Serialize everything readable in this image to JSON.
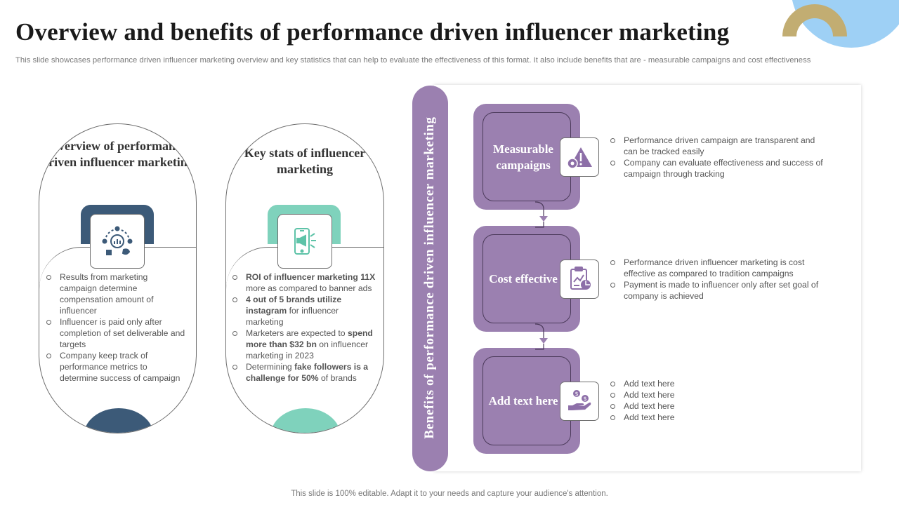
{
  "header": {
    "title": "Overview and benefits of performance driven influencer marketing",
    "subtitle": "This slide showcases performance driven influencer marketing overview and key statistics that can help to evaluate the effectiveness of this format. It also include benefits that are -   measurable campaigns and cost effectiveness"
  },
  "overview": {
    "heading": "Overview of performance driven influencer marketing",
    "icon": "network-gear-icon",
    "bullets": [
      "Results from marketing campaign determine compensation amount of influencer",
      "Influencer is paid only after completion of set deliverable and targets",
      "Company keep track of performance  metrics to determine success of campaign"
    ]
  },
  "stats": {
    "heading": "Key stats of influencer marketing",
    "icon": "phone-megaphone-icon",
    "bullets": [
      {
        "pre": "",
        "bold": "ROI of influencer marketing 11X",
        "post": " more as compared to banner ads"
      },
      {
        "pre": "",
        "bold": "4 out of 5 brands utilize instagram",
        "post": " for influencer marketing"
      },
      {
        "pre": "Marketers are expected to ",
        "bold": "spend more than $32 bn",
        "post": " on influencer marketing in 2023"
      },
      {
        "pre": "Determining ",
        "bold": "fake followers is a challenge for 50%",
        "post": " of brands"
      }
    ]
  },
  "benefits": {
    "bar_title": "Benefits of performance driven influencer marketing",
    "items": [
      {
        "title": "Measurable campaigns",
        "icon": "gear-warning-icon",
        "bullets": [
          "Performance driven campaign are transparent and can be tracked easily",
          "Company can evaluate effectiveness and success of campaign through tracking"
        ]
      },
      {
        "title": "Cost effective",
        "icon": "report-chart-icon",
        "bullets": [
          "Performance driven influencer marketing is cost effective as compared to tradition campaigns",
          "Payment is made to influencer only after set goal of company is achieved"
        ]
      },
      {
        "title": "Add text here",
        "icon": "hand-money-icon",
        "bullets": [
          "Add text here",
          "Add text here",
          "Add text here",
          "Add text here"
        ]
      }
    ]
  },
  "footer": {
    "text": "This slide is 100% editable. Adapt it to your needs and capture your audience's attention."
  },
  "colors": {
    "purple": "#9b80b0",
    "navy": "#3c5a78",
    "teal": "#7fd2bc",
    "gold": "#c2ad72",
    "sky": "#9ed0f5"
  }
}
